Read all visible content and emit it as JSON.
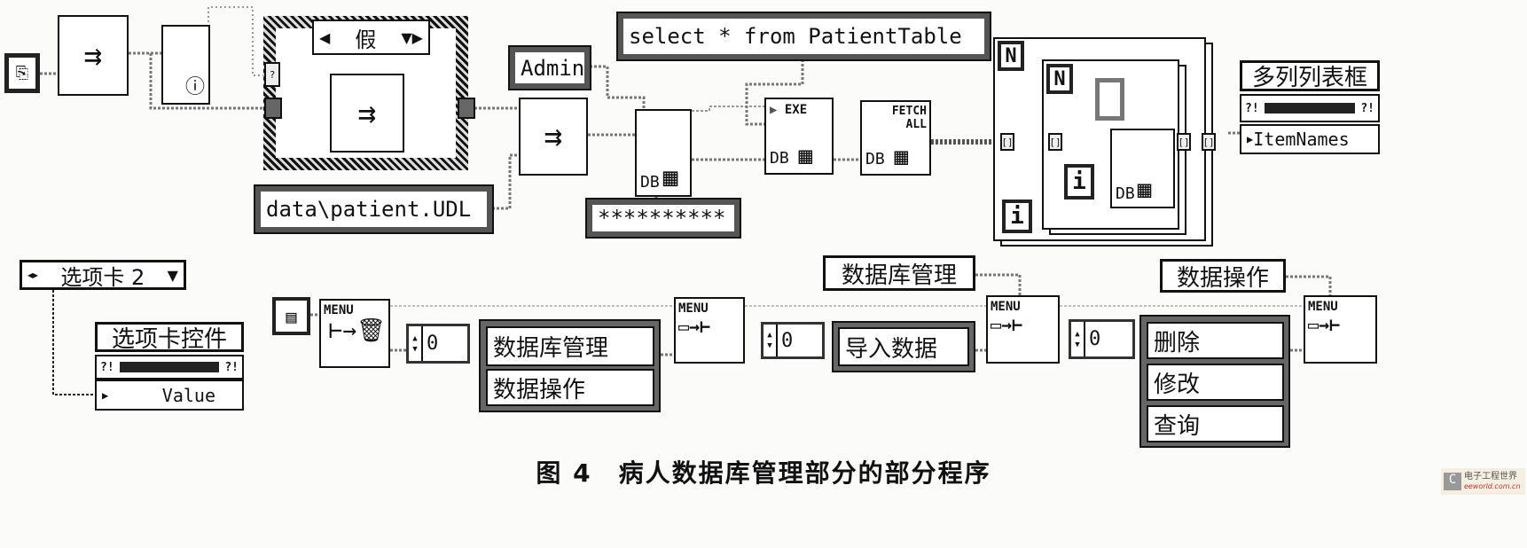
{
  "diagram": {
    "case_selector": "假",
    "case_unknown_tunnel": "?",
    "username_constant": "Admin",
    "password_constant": "**********",
    "udl_path_constant": "data\\patient.UDL",
    "sql_constant": "select * from PatientTable",
    "connect_node_label": "DB",
    "execute_node": {
      "label": "EXE",
      "db": "DB"
    },
    "fetch_node": {
      "label": "FETCH ALL",
      "db": "DB"
    },
    "loop_count_label": "N",
    "loop_index_label": "i",
    "listbox": {
      "label": "多列列表框",
      "property": "ItemNames",
      "bar_marks": "?!"
    },
    "tab_ring": {
      "value": "选项卡 2"
    },
    "tab_control": {
      "label": "选项卡控件",
      "property": "Value",
      "bar_marks": "?!"
    },
    "menu_node_label": "MENU",
    "index_values": [
      "0",
      "0",
      "0"
    ],
    "menu_items_1": [
      "数据库管理",
      "数据操作"
    ],
    "menu_items_2": [
      "导入数据"
    ],
    "menu_items_3": [
      "删除",
      "修改",
      "查询"
    ],
    "menu_tag_1": "数据库管理",
    "menu_tag_2": "数据操作"
  },
  "caption": "图 4　病人数据库管理部分的部分程序",
  "watermark": {
    "name": "电子工程世界",
    "url": "eeworld.com.cn"
  }
}
